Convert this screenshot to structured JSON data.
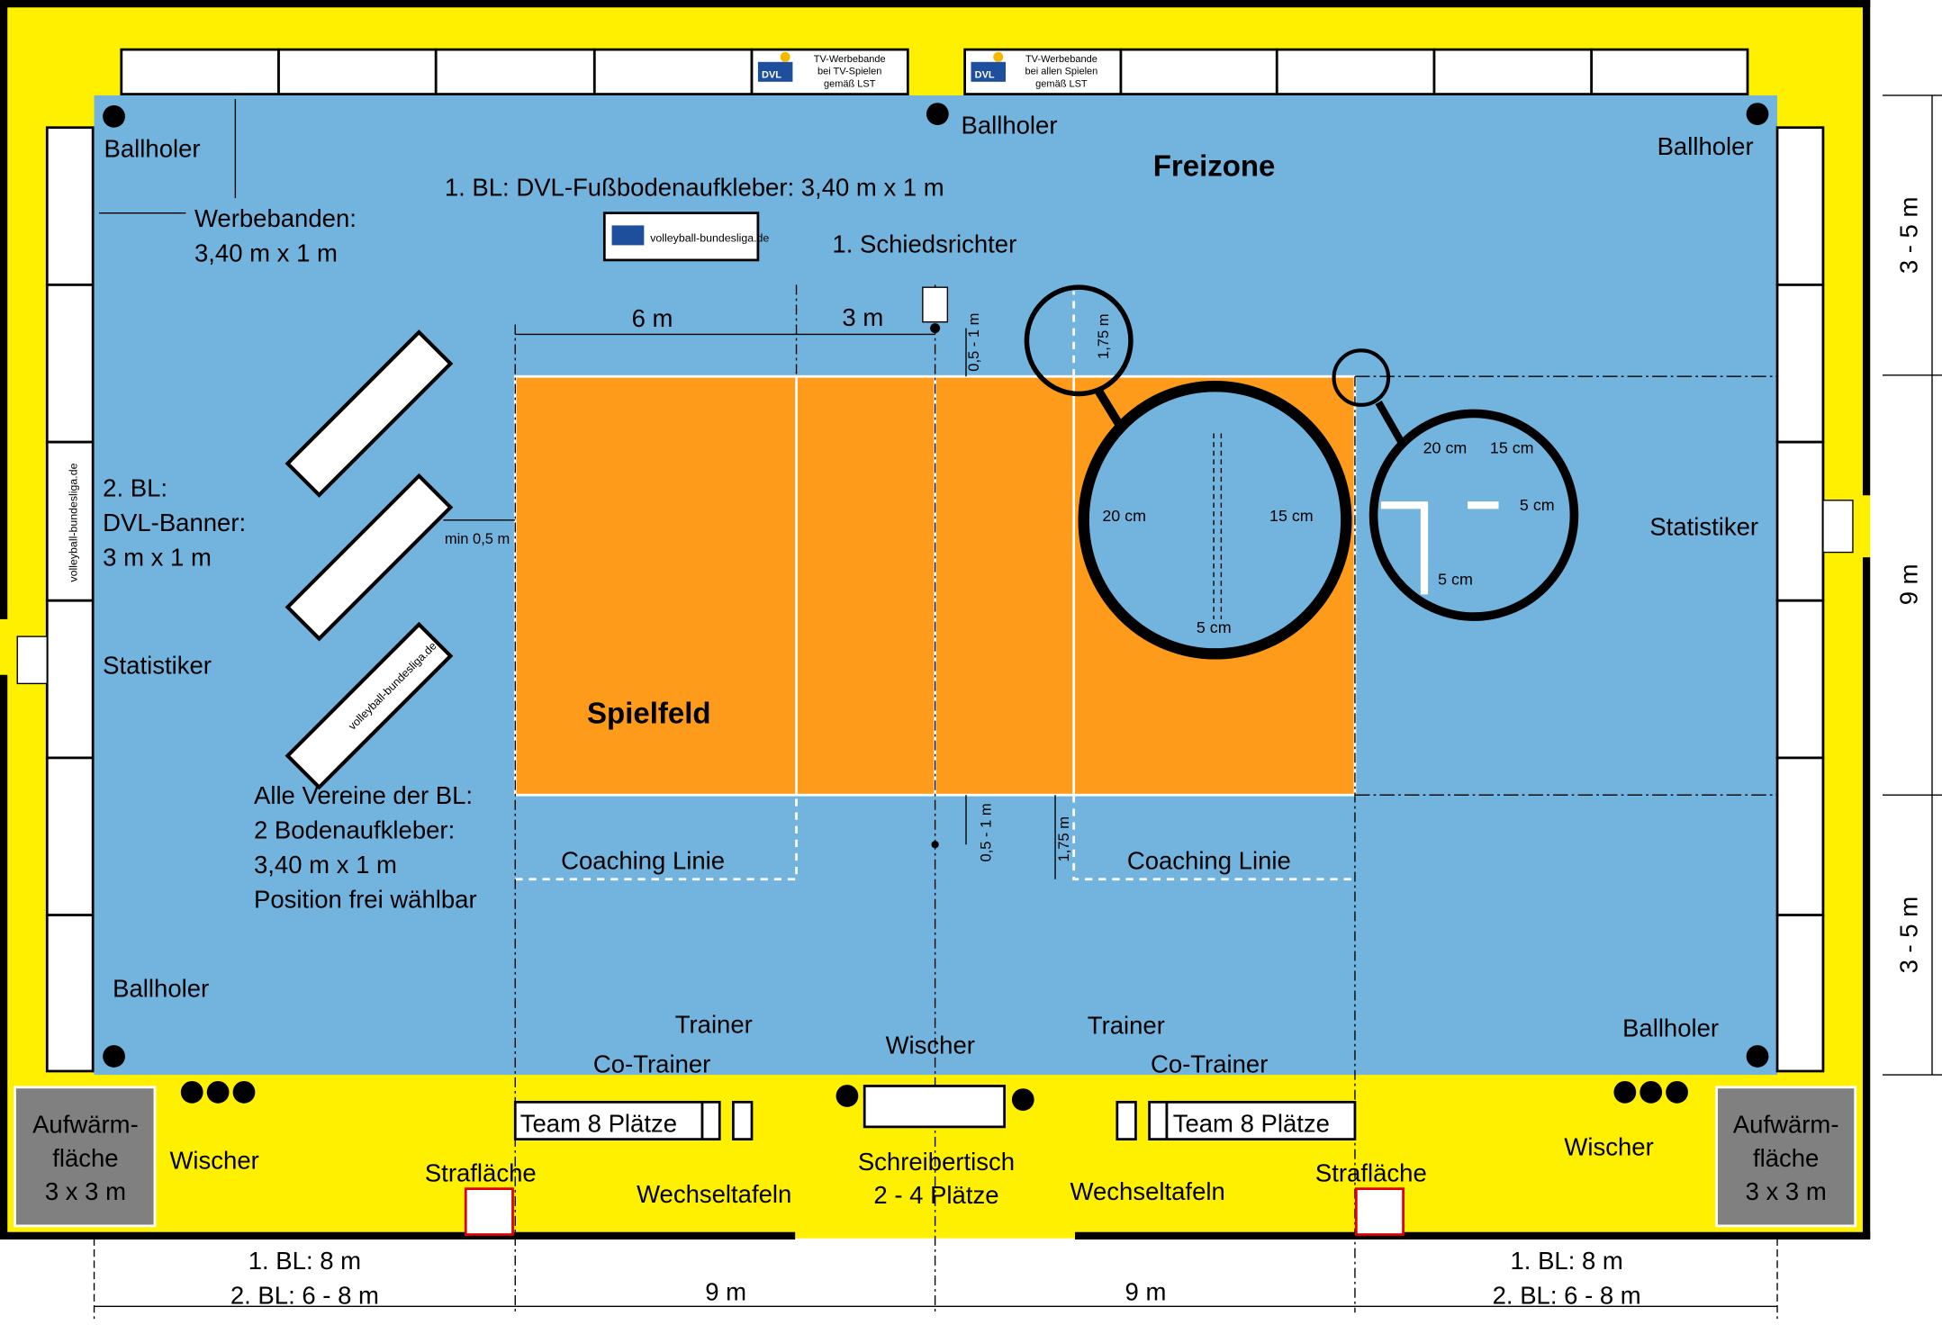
{
  "colors": {
    "hall": "#FFF000",
    "freezone": "#73B4DE",
    "court": "#FF9B1A",
    "warmup": "#808080",
    "penalty": "#E00000"
  },
  "top_boards": {
    "tv_board_1": [
      "TV-Werbebande",
      "bei TV-Spielen",
      "gemäß LST"
    ],
    "tv_board_2": [
      "TV-Werbebande",
      "bei allen Spielen",
      "gemäß LST"
    ],
    "logo_text": "DVL"
  },
  "labels": {
    "ballholer": "Ballholer",
    "freizone": "Freizone",
    "floor_sticker": "1. BL:  DVL-Fußbodenaufkleber: 3,40 m x 1 m",
    "sticker_url": "volleyball-bundesliga.de",
    "werbebanden": [
      "Werbebanden:",
      "3,40 m x 1 m"
    ],
    "schiedsrichter": "1. Schiedsrichter",
    "dvl_banner": [
      "2. BL:",
      "DVL-Banner:",
      "3 m x 1 m"
    ],
    "min_dist": "min 0,5 m",
    "statistiker": "Statistiker",
    "spielfeld": "Spielfeld",
    "alle_vereine": [
      "Alle Vereine der BL:",
      "2 Bodenaufkleber:",
      "3,40 m x 1 m",
      "Position frei wählbar"
    ],
    "coaching": "Coaching Linie",
    "trainer": "Trainer",
    "co_trainer": "Co-Trainer",
    "wischer": "Wischer",
    "team": "Team 8 Plätze",
    "wechseltafeln": "Wechseltafeln",
    "schreibertisch": [
      "Schreibertisch",
      "2 - 4 Plätze"
    ],
    "strafflaeche": "Strafläche",
    "aufwaerm": [
      "Aufwärm-",
      "fläche",
      "3 x 3 m"
    ]
  },
  "dimensions": {
    "six_m": "6 m",
    "three_m": "3 m",
    "ref_dist": "0,5 - 1 m",
    "coach_dist": "1,75 m",
    "line_20": "20 cm",
    "line_15": "15 cm",
    "line_5": "5 cm",
    "side_top": "3 - 5 m",
    "side_mid": "9 m",
    "side_bottom": "3 - 5 m",
    "bottom_left": [
      "1. BL: 8 m",
      "2. BL: 6 - 8 m"
    ],
    "bottom_court": "9 m",
    "bottom_right": [
      "1. BL: 8 m",
      "2. BL: 6 - 8 m"
    ]
  }
}
